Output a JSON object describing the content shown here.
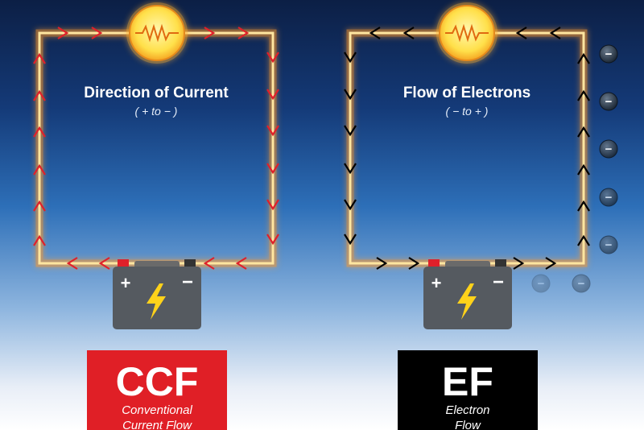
{
  "left": {
    "title": "Direction of Current",
    "subtitle": "( + to − )",
    "badge_abbr": "CCF",
    "badge_line1": "Conventional",
    "badge_line2": "Current Flow",
    "badge_color": "#e01f26",
    "arrow_color": "#e0202a"
  },
  "right": {
    "title": "Flow of Electrons",
    "subtitle": "( − to + )",
    "badge_abbr": "EF",
    "badge_line1": "Electron",
    "badge_line2": "Flow",
    "badge_color": "#000000",
    "arrow_color": "#000000"
  },
  "battery": {
    "plus_symbol": "+",
    "minus_symbol": "−"
  },
  "electron_symbol": "−",
  "wire_color": "#ffe6a0",
  "glow_color": "#ff9a2a"
}
